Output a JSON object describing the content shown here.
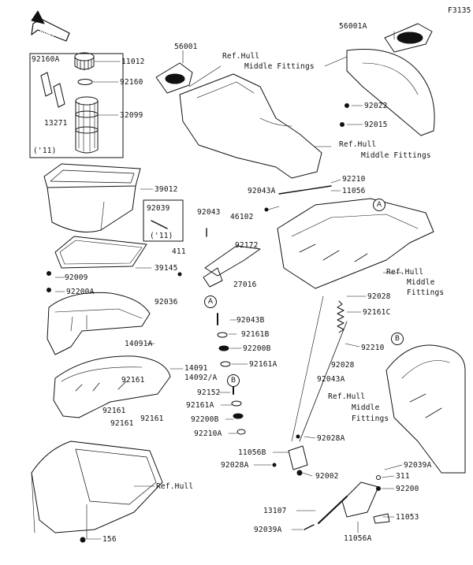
{
  "figure_code": "F3135",
  "front_label": "FRONT",
  "callouts": [
    "A",
    "B"
  ],
  "parts": {
    "p56001A": "56001A",
    "p56001": "56001",
    "p92160A": "92160A",
    "p11012": "11012",
    "p92160": "92160",
    "p13271": "13271",
    "p32099": "32099",
    "year_left": "('11)",
    "p92022": "92022",
    "p92015": "92015",
    "p92210_top": "92210",
    "p11056": "11056",
    "p92043A_top": "92043A",
    "p39012": "39012",
    "p92039": "92039",
    "year_right": "('11)",
    "p92043": "92043",
    "p46102": "46102",
    "p92172": "92172",
    "p411": "411",
    "p39145": "39145",
    "p92009": "92009",
    "p92200A": "92200A",
    "p92036": "92036",
    "p27016": "27016",
    "p92028_right": "92028",
    "p92161C": "92161C",
    "p92043B": "92043B",
    "p92161B": "92161B",
    "p92200B_top": "92200B",
    "p14091A": "14091A",
    "p92161A_top": "92161A",
    "p92210_mid": "92210",
    "p92028_mid": "92028",
    "p92043A_mid": "92043A",
    "p14091": "14091",
    "p14092A": "14092/A",
    "p92161_a": "92161",
    "p92161_b": "92161",
    "p92161_c": "92161",
    "p92161_d": "92161",
    "p92152": "92152",
    "p92161A_bot": "92161A",
    "p92200B_bot": "92200B",
    "p92210A": "92210A",
    "p92028A_a": "92028A",
    "p11056B": "11056B",
    "p92028A_b": "92028A",
    "p92002": "92002",
    "p92039A_top": "92039A",
    "p311": "311",
    "p92200": "92200",
    "p13107": "13107",
    "p11053": "11053",
    "p92039A_bot": "92039A",
    "p11056A": "11056A",
    "p156": "156"
  },
  "refs": {
    "hull_top1": "Ref.Hull",
    "hull_top2": "Middle Fittings",
    "hull_r1": "Ref.Hull",
    "hull_r2": "Middle Fittings",
    "hull_m1": "Ref.Hull",
    "hull_m2": "Middle",
    "hull_m3": "Fittings",
    "hull_b1": "Ref.Hull",
    "hull_b2": "Middle",
    "hull_b3": "Fittings",
    "hull_bottom": "Ref.Hull"
  }
}
